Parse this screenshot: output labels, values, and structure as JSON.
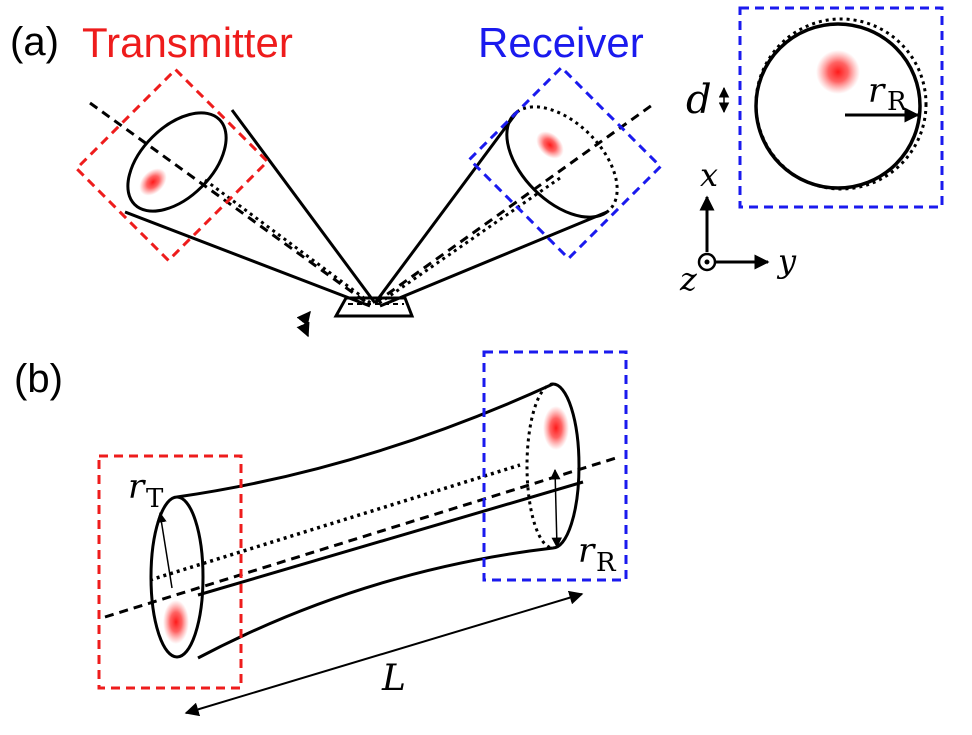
{
  "panel_a": {
    "label": "(a)",
    "transmitter_label": "Transmitter",
    "receiver_label": "Receiver",
    "inset": {
      "d_symbol": "d",
      "r_symbol": "r",
      "r_subscript": "R"
    },
    "axes": {
      "x": "x",
      "y": "y",
      "z": "z"
    }
  },
  "panel_b": {
    "label": "(b)",
    "rT_symbol": "r",
    "rT_subscript": "T",
    "rR_symbol": "r",
    "rR_subscript": "R",
    "L_symbol": "L"
  },
  "colors": {
    "transmitter": "#ee1c1c",
    "receiver": "#1a1aee",
    "spot": "#ff2020"
  }
}
